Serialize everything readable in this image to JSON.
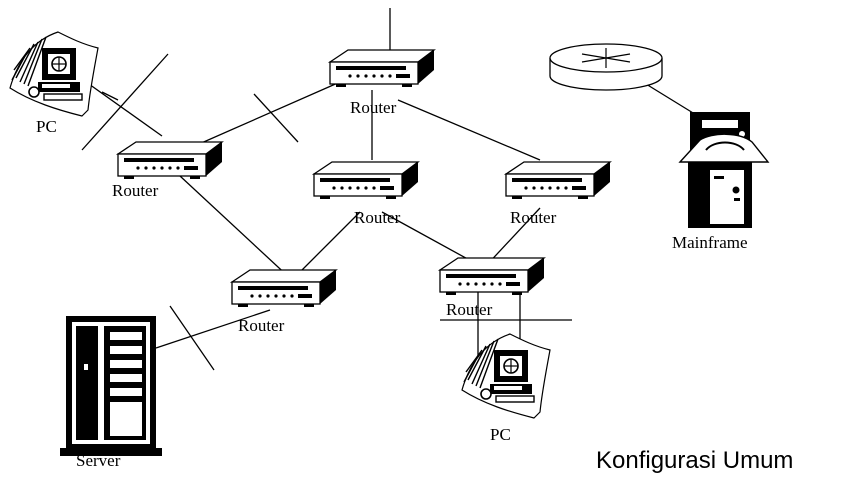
{
  "diagram": {
    "caption": "Konfigurasi Umum",
    "nodes": {
      "pc_top_left": {
        "label": "PC",
        "icon": "pc-icon"
      },
      "router_top": {
        "label": "Router",
        "icon": "router-icon"
      },
      "router_left": {
        "label": "Router",
        "icon": "router-icon"
      },
      "router_center": {
        "label": "Router",
        "icon": "router-icon"
      },
      "router_right": {
        "label": "Router",
        "icon": "router-icon"
      },
      "router_bottom_left": {
        "label": "Router",
        "icon": "router-icon"
      },
      "router_bottom_right": {
        "label": "Router",
        "icon": "router-icon"
      },
      "server": {
        "label": "Server",
        "icon": "server-icon"
      },
      "pc_bottom": {
        "label": "PC",
        "icon": "pc-icon"
      },
      "mainframe": {
        "label": "Mainframe",
        "icon": "mainframe-icon"
      },
      "cloud_router": {
        "icon": "cisco-router-icon"
      }
    }
  }
}
